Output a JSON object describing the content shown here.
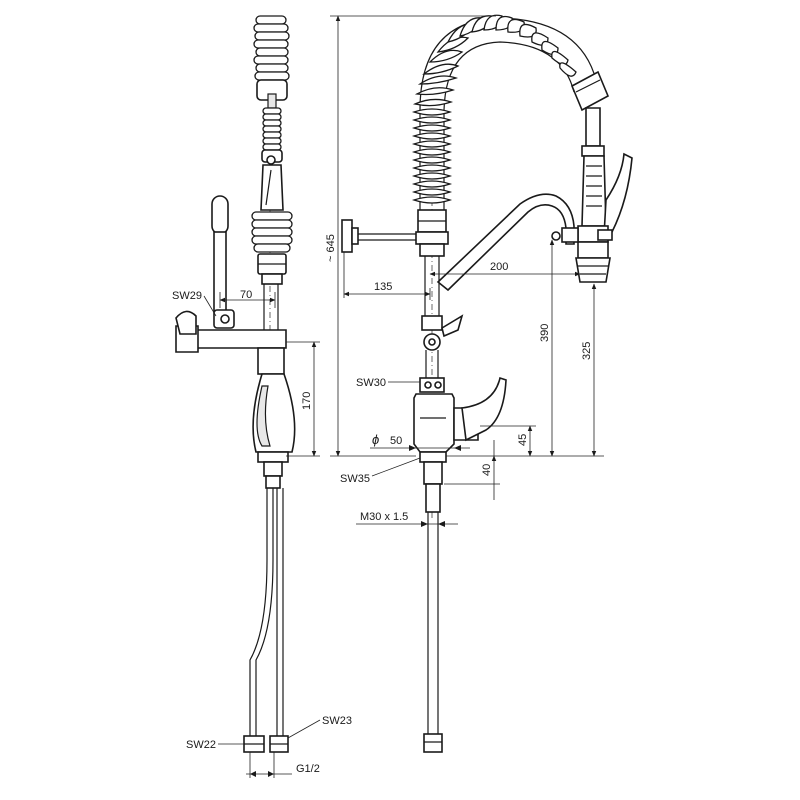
{
  "labels": {
    "sw29": "SW29",
    "sw30": "SW30",
    "sw35": "SW35",
    "sw22": "SW22",
    "sw23": "SW23",
    "g12": "G1/2",
    "m30": "M30 x 1.5",
    "d70": "70",
    "d170": "170",
    "d645": "~ 645",
    "d135": "135",
    "d200": "200",
    "d390": "390",
    "d325": "325",
    "d50": "50",
    "phi": "ϕ",
    "d45": "45",
    "d40": "40"
  }
}
